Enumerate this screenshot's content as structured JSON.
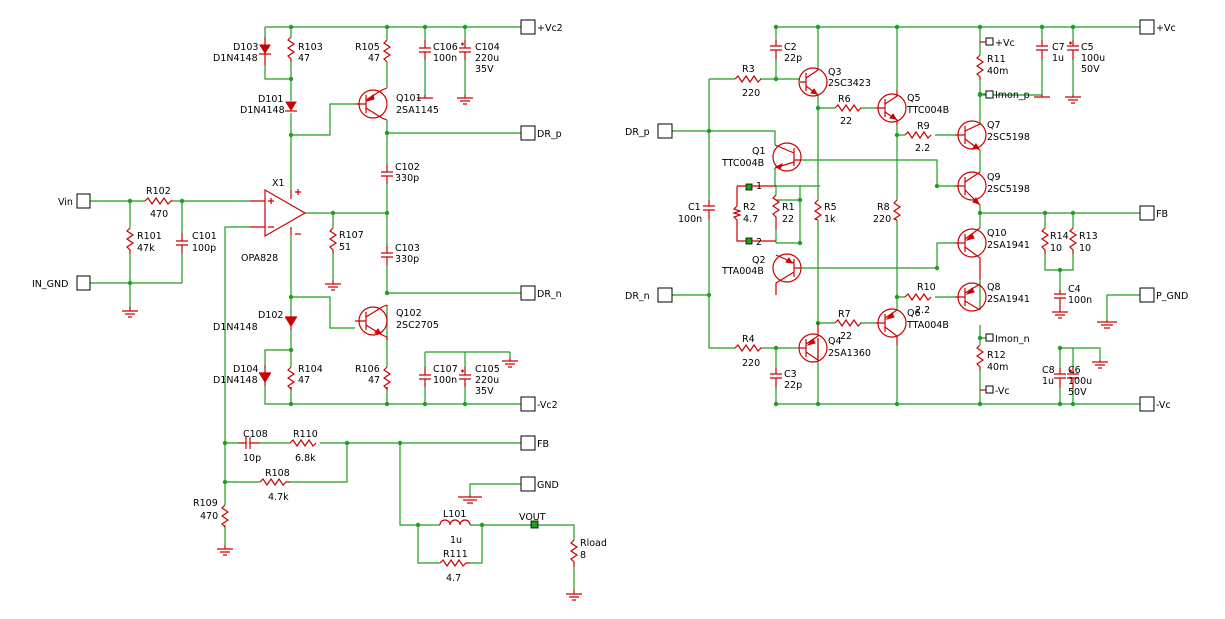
{
  "ports": {
    "vc2p": "+Vc2",
    "vc2n": "-Vc2",
    "drp": "DR_p",
    "drn": "DR_n",
    "vin": "Vin",
    "ingnd": "IN_GND",
    "fb": "FB",
    "gnd": "GND",
    "vout": "VOUT",
    "rvc": "+Vc",
    "rvcn": "-Vc",
    "rdrp": "DR_p",
    "rdrn": "DR_n",
    "rfb": "FB",
    "pgnd": "P_GND",
    "tvc": "+Vc",
    "tvcn": "-Vc",
    "imonp": "Imon_p",
    "imonn": "Imon_n"
  },
  "L": {
    "d103": "D103",
    "d103v": "D1N4148",
    "r103": "R103",
    "r103v": "47",
    "r105": "R105",
    "r105v": "47",
    "c106": "C106",
    "c106v": "100n",
    "c104": "C104",
    "c104v": "220u",
    "c104w": "35V",
    "d101": "D101",
    "d101v": "D1N4148",
    "q101": "Q101",
    "q101v": "2SA1145",
    "c102": "C102",
    "c102v": "330p",
    "c103": "C103",
    "c103v": "330p",
    "x1": "X1",
    "x1v": "OPA828",
    "r107": "R107",
    "r107v": "51",
    "r102": "R102",
    "r102v": "470",
    "r101": "R101",
    "r101v": "47k",
    "c101": "C101",
    "c101v": "100p",
    "d102": "D102",
    "d102v": "D1N4148",
    "q102": "Q102",
    "q102v": "2SC2705",
    "d104": "D104",
    "d104v": "D1N4148",
    "r104": "R104",
    "r104v": "47",
    "r106": "R106",
    "r106v": "47",
    "c107": "C107",
    "c107v": "100n",
    "c105": "C105",
    "c105v": "220u",
    "c105w": "35V",
    "c108": "C108",
    "c108v": "10p",
    "r110": "R110",
    "r110v": "6.8k",
    "r108": "R108",
    "r108v": "4.7k",
    "r109": "R109",
    "r109v": "470",
    "l101": "L101",
    "l101v": "1u",
    "r111": "R111",
    "r111v": "4.7",
    "rload": "Rload",
    "rloadv": "8",
    "c2": "C2",
    "c2v": "22p",
    "r3": "R3",
    "r3v": "220",
    "q3": "Q3",
    "q3v": "2SC3423",
    "r6": "R6",
    "r6v": "22",
    "q5": "Q5",
    "q5v": "TTC004B",
    "r9": "R9",
    "r9v": "2.2",
    "q7": "Q7",
    "q7v": "2SC5198",
    "r11": "R11",
    "r11v": "40m",
    "c7": "C7",
    "c7v": "1u",
    "c5": "C5",
    "c5v": "100u",
    "c5w": "50V",
    "q1": "Q1",
    "q1v": "TTC004B",
    "q9": "Q9",
    "q9v": "2SC5198",
    "c1": "C1",
    "c1v": "100n",
    "r2": "R2",
    "r2v": "4.7",
    "r1": "R1",
    "r1v": "22",
    "r5": "R5",
    "r5v": "1k",
    "r8": "R8",
    "r8v": "220",
    "q10": "Q10",
    "q10v": "2SA1941",
    "r14": "R14",
    "r14v": "10",
    "r13": "R13",
    "r13v": "10",
    "c4": "C4",
    "c4v": "100n",
    "q2": "Q2",
    "q2v": "TTA004B",
    "r10": "R10",
    "r10v": "2.2",
    "q8": "Q8",
    "q8v": "2SA1941",
    "r7": "R7",
    "r7v": "22",
    "q6": "Q6",
    "q6v": "TTA004B",
    "r4": "R4",
    "r4v": "220",
    "q4": "Q4",
    "q4v": "2SA1360",
    "c3": "C3",
    "c3v": "22p",
    "r12": "R12",
    "r12v": "40m",
    "c8": "C8",
    "c8v": "1u",
    "c6": "C6",
    "c6v": "100u",
    "c6w": "50V",
    "p1": "1",
    "p2": "2"
  },
  "colors": {
    "wire": "#1f9e1f",
    "component": "#cc0000",
    "port": "#000000",
    "background": "#ffffff"
  }
}
